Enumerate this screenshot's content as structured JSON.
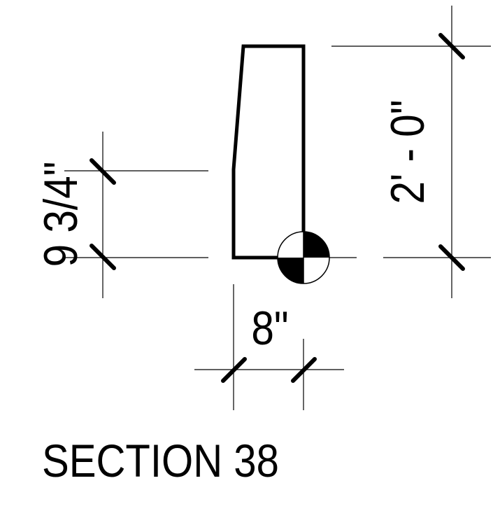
{
  "section_title": "SECTION 38",
  "dimensions": {
    "height_left": "9 3/4\"",
    "height_right": "2' - 0\"",
    "width_bottom": "8\""
  },
  "colors": {
    "line": "#000000",
    "background": "#ffffff"
  },
  "symbols": {
    "section_marker": "quartered-circle-marker-icon"
  }
}
